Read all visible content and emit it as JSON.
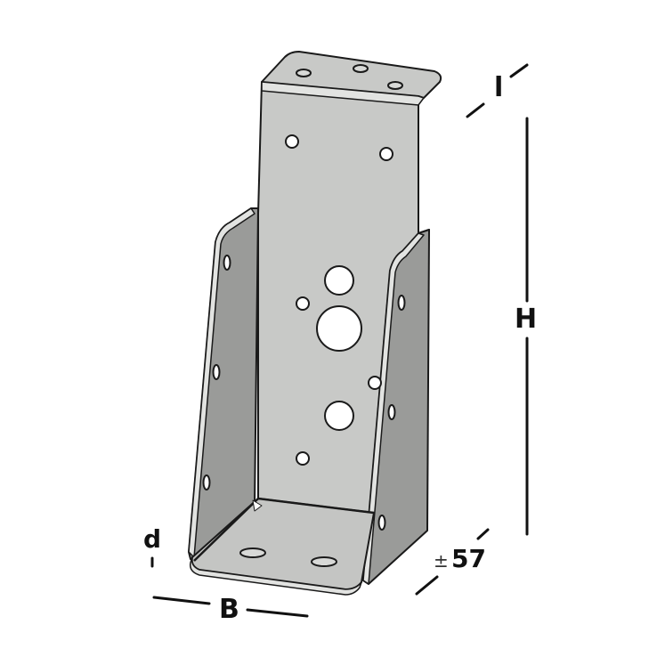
{
  "figure": {
    "subject": "bracket",
    "colors": {
      "background": "#ffffff",
      "face_light": "#c8c9c7",
      "face_mid": "#bcbdbb",
      "face_dark": "#9a9b99",
      "edge_highlight": "#e2e3e1",
      "outline": "#1a1a1a",
      "hole": "#ffffff",
      "dimension_line": "#111111"
    }
  },
  "dimensions": {
    "height": {
      "label": "H"
    },
    "lip_length": {
      "label": "l"
    },
    "width": {
      "label": "B"
    },
    "thickness": {
      "label": "d"
    },
    "depth": {
      "prefix": "±",
      "value": "57"
    }
  }
}
